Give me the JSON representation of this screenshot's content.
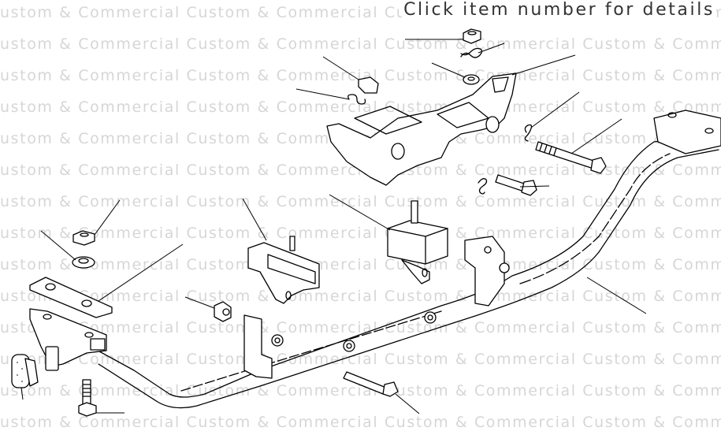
{
  "header": {
    "instruction": "Click item number for details"
  },
  "watermark": {
    "text": "Custom & Commercial",
    "rows": [
      "ustom & Commercial  Custom & Commercial  Custom & Commercial  Custom & Commercial",
      "ustom & Commercial  Custom & Commercial  Custom & Commercial  Custom & Commercial",
      "ustom & Commercial  Custom & Commercial  Custom & Commercial  Custom & Commercial",
      "ustom & Commercial  Custom & Commercial  Custom & Commercial  Custom & Commercial",
      "ustom & Commercial  Custom & Commercial  Custom & Commercial  Custom & Commercial",
      "ustom & Commercial  Custom & Commercial  Custom & Commercial  Custom & Commercial",
      "ustom & Commercial  Custom & Commercial  Custom & Commercial  Custom & Commercial",
      "ustom & Commercial  Custom & Commercial  Custom & Commercial  Custom & Commercial",
      "ustom & Commercial  Custom & Commercial  Custom & Commercial  Custom & Commercial",
      "ustom & Commercial  Custom & Commercial  Custom & Commercial  Custom & Commercial",
      "ustom & Commercial  Custom & Commercial  Custom & Commercial  Custom & Commercial",
      "ustom & Commercial  Custom & Commercial  Custom & Commercial  Custom & Commercial",
      "ustom & Commercial  Custom & Commercial  Custom & Commercial  Custom & Commercial",
      "ustom & Commercial  Custom & Commercial  Custom & Commercial  Custom & Commercial",
      "ustom & Commercial  Custom & Commercial  Custom & Commercial  Custom & Commercial"
    ]
  },
  "diagram": {
    "parts": [
      "top-nut",
      "upper-spring-clip",
      "washer",
      "gearbox-mount-bracket",
      "nut-left",
      "spring-clip-left",
      "spring-clip-right",
      "long-bolt",
      "spring-clip-small",
      "short-bolt",
      "nut-lower-left",
      "washer-lower-left",
      "clamp-plate",
      "crossmember-end-bracket",
      "rubber-mount-left",
      "nut-mid",
      "rubber-mount-center",
      "crossmember",
      "end-cap",
      "bolt-lower-left",
      "bolt-lower-center"
    ]
  }
}
